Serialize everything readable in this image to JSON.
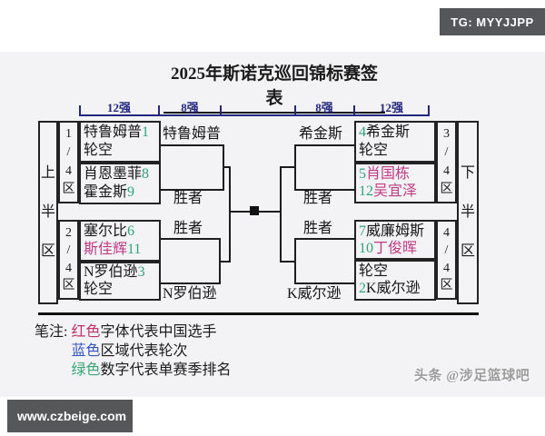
{
  "colors": {
    "card_bg": "#f3f3f5",
    "badge_bg": "#56575b",
    "round_blue": "#23277f",
    "seed_green": "#2ea577",
    "china_red": "#c23a85",
    "legend_red": "#c13366",
    "legend_blue": "#3354c7",
    "legend_green": "#3aa873"
  },
  "badges": {
    "tg_label": "TG: MYYJJPP",
    "site_label": "www.czbeige.com",
    "watermark": "头条 @涉足篮球吧"
  },
  "title": "2025年斯诺克巡回锦标赛签表",
  "round_labels": {
    "left_12": "12强",
    "left_8": "8强",
    "right_8": "8强",
    "right_12": "12强"
  },
  "region_labels": {
    "upper_half": "上半区",
    "lower_half": "下半区",
    "q1": "1/4区",
    "q2": "2/4区",
    "q3": "3/4区",
    "q4": "4/4区"
  },
  "matches": {
    "L1": {
      "rows": [
        [
          {
            "t": "特鲁姆普",
            "k": "p"
          },
          {
            "t": "1",
            "k": "s"
          }
        ],
        [
          {
            "t": "轮空",
            "k": "p"
          }
        ]
      ]
    },
    "L2": {
      "rows": [
        [
          {
            "t": "肖恩墨菲",
            "k": "p"
          },
          {
            "t": "8",
            "k": "s"
          }
        ],
        [
          {
            "t": "霍金斯",
            "k": "p"
          },
          {
            "t": "9",
            "k": "s"
          }
        ]
      ]
    },
    "L3": {
      "rows": [
        [
          {
            "t": "塞尔比",
            "k": "p"
          },
          {
            "t": "6",
            "k": "s"
          }
        ],
        [
          {
            "t": "斯佳辉",
            "k": "c"
          },
          {
            "t": "11",
            "k": "s"
          }
        ]
      ]
    },
    "L4": {
      "rows": [
        [
          {
            "t": "N罗伯逊",
            "k": "p"
          },
          {
            "t": "3",
            "k": "s"
          }
        ],
        [
          {
            "t": "轮空",
            "k": "p"
          }
        ]
      ]
    },
    "R1": {
      "rows": [
        [
          {
            "t": "4",
            "k": "s"
          },
          {
            "t": "希金斯",
            "k": "p"
          }
        ],
        [
          {
            "t": "轮空",
            "k": "p"
          }
        ]
      ]
    },
    "R2": {
      "rows": [
        [
          {
            "t": "5",
            "k": "s"
          },
          {
            "t": "肖国栋",
            "k": "c"
          }
        ],
        [
          {
            "t": "12",
            "k": "s"
          },
          {
            "t": "吴宜泽",
            "k": "c"
          }
        ]
      ]
    },
    "R3": {
      "rows": [
        [
          {
            "t": "7",
            "k": "s"
          },
          {
            "t": "威廉姆斯",
            "k": "p"
          }
        ],
        [
          {
            "t": "10",
            "k": "s"
          },
          {
            "t": "丁俊晖",
            "k": "c"
          }
        ]
      ]
    },
    "R4": {
      "rows": [
        [
          {
            "t": "轮空",
            "k": "p"
          }
        ],
        [
          {
            "t": "2",
            "k": "s"
          },
          {
            "t": "K威尔逊",
            "k": "p"
          }
        ]
      ]
    }
  },
  "advancers": {
    "left_top": "特鲁姆普",
    "winner_left_top": "胜者",
    "winner_left_bottom": "胜者",
    "left_bottom": "N罗伯逊",
    "right_top": "希金斯",
    "winner_right_top": "胜者",
    "winner_right_bottom": "胜者",
    "right_bottom": "K威尔逊"
  },
  "legend": {
    "label": "笔注:",
    "items": [
      {
        "highlight": "红色",
        "color_key": "legend_red",
        "rest": "字体代表中国选手"
      },
      {
        "highlight": "蓝色",
        "color_key": "legend_blue",
        "rest": "区域代表轮次"
      },
      {
        "highlight": "绿色",
        "color_key": "legend_green",
        "rest": "数字代表单赛季排名"
      }
    ]
  }
}
